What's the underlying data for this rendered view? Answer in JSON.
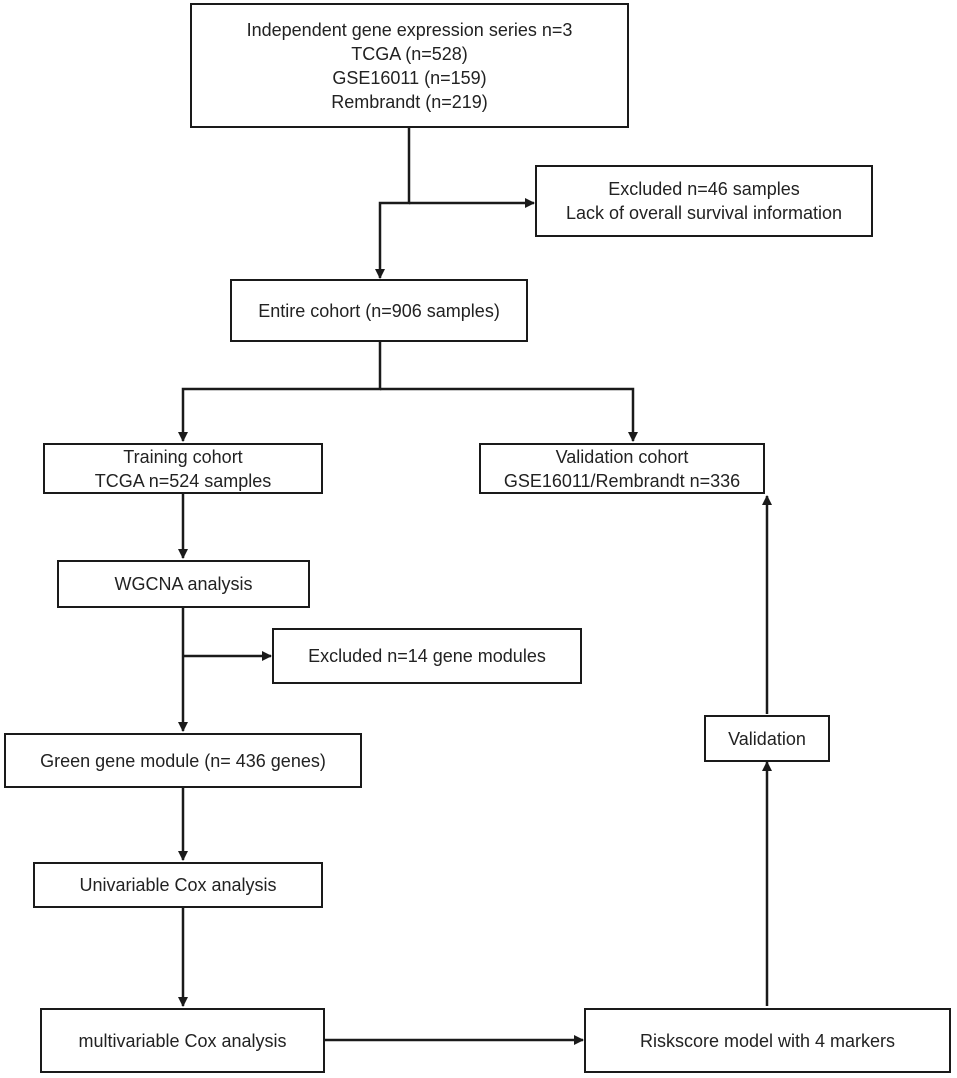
{
  "nodes": {
    "sources": {
      "lines": [
        "Independent gene expression series n=3",
        "TCGA (n=528)",
        "GSE16011 (n=159)",
        "Rembrandt (n=219)"
      ]
    },
    "excluded_samples": {
      "lines": [
        "Excluded n=46 samples",
        "Lack of overall survival information"
      ]
    },
    "entire_cohort": {
      "lines": [
        "Entire cohort (n=906 samples)"
      ]
    },
    "training_cohort": {
      "lines": [
        "Training cohort",
        "TCGA n=524 samples"
      ]
    },
    "validation_cohort": {
      "lines": [
        "Validation cohort",
        "GSE16011/Rembrandt n=336"
      ]
    },
    "wgcna": {
      "lines": [
        "WGCNA analysis"
      ]
    },
    "excluded_modules": {
      "lines": [
        "Excluded n=14 gene modules"
      ]
    },
    "green_module": {
      "lines": [
        "Green gene module (n= 436 genes)"
      ]
    },
    "univariable_cox": {
      "lines": [
        "Univariable Cox analysis"
      ]
    },
    "multivariable_cox": {
      "lines": [
        "multivariable Cox analysis"
      ]
    },
    "riskscore_model": {
      "lines": [
        "Riskscore model with 4 markers"
      ]
    },
    "validation": {
      "lines": [
        "Validation"
      ]
    }
  },
  "edges": [
    [
      "sources",
      "entire_cohort"
    ],
    [
      "sources",
      "excluded_samples"
    ],
    [
      "entire_cohort",
      "training_cohort"
    ],
    [
      "entire_cohort",
      "validation_cohort"
    ],
    [
      "training_cohort",
      "wgcna"
    ],
    [
      "wgcna",
      "green_module"
    ],
    [
      "wgcna",
      "excluded_modules"
    ],
    [
      "green_module",
      "univariable_cox"
    ],
    [
      "univariable_cox",
      "multivariable_cox"
    ],
    [
      "multivariable_cox",
      "riskscore_model"
    ],
    [
      "riskscore_model",
      "validation"
    ],
    [
      "validation",
      "validation_cohort"
    ]
  ],
  "colors": {
    "stroke": "#1a1a1a",
    "text": "#222222",
    "background": "#ffffff"
  }
}
